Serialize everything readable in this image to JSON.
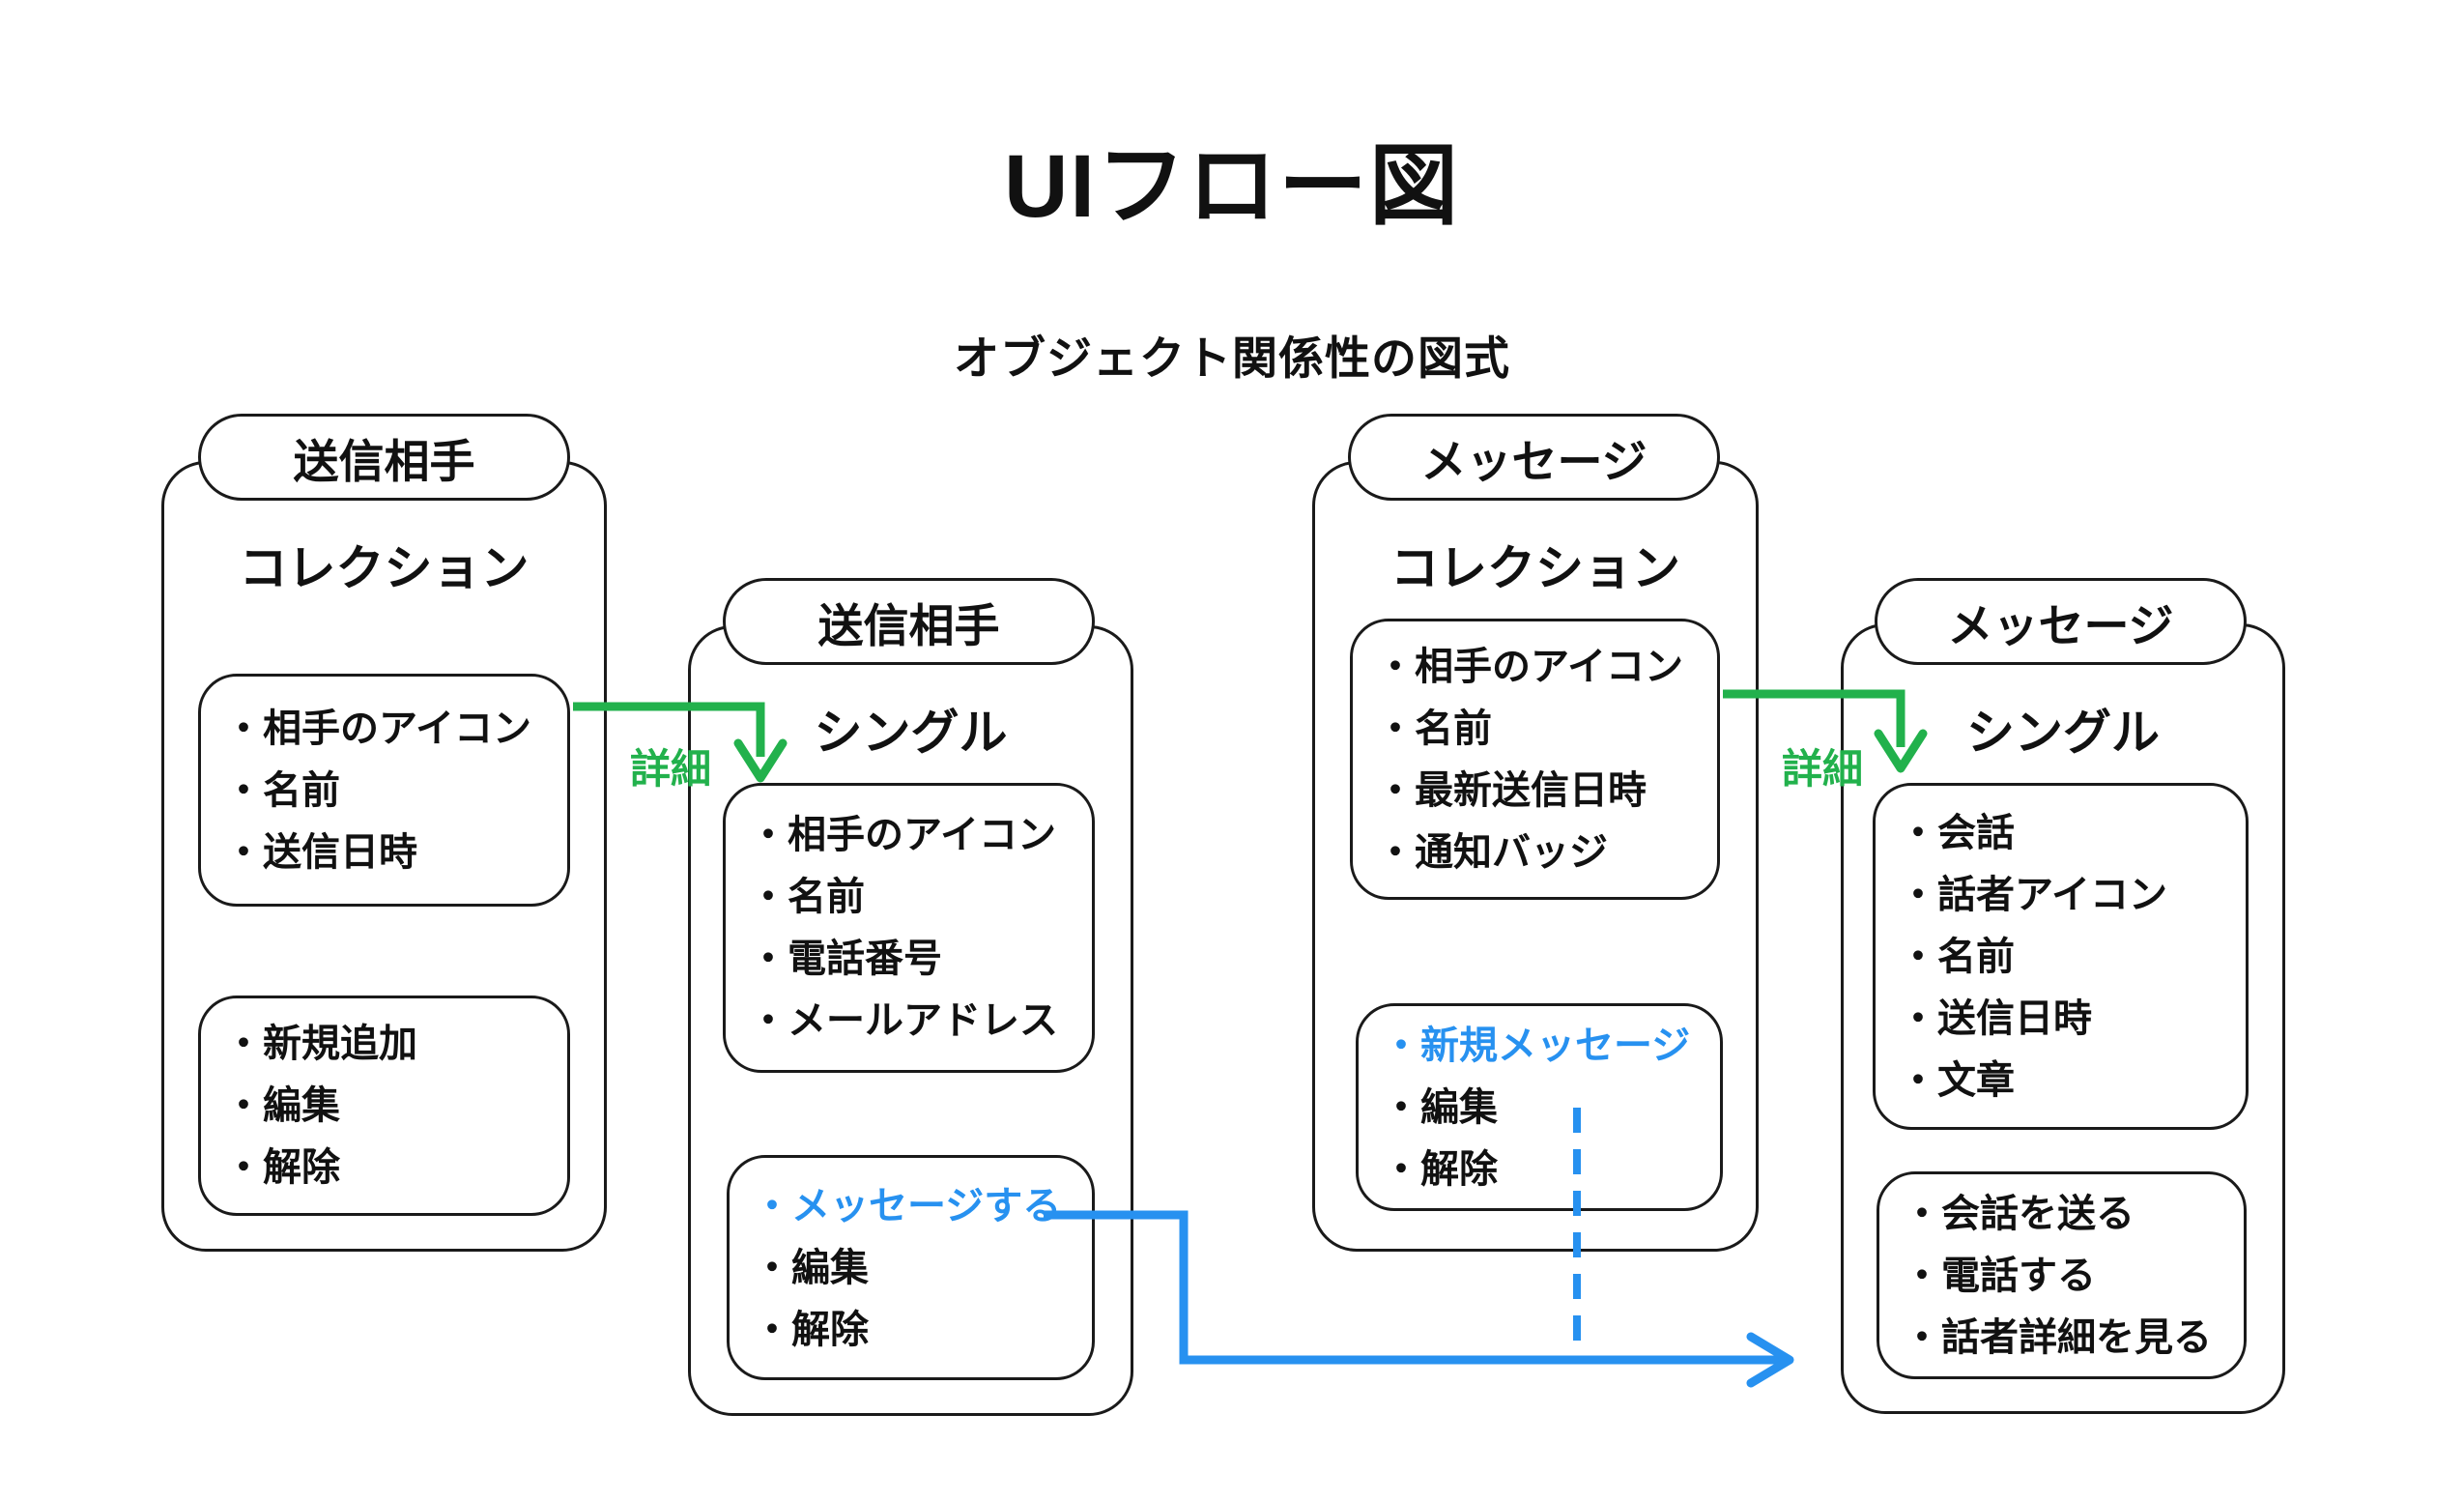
{
  "title": "UIフロー図",
  "subtitle": "オブジェクト関係性の図式",
  "colors": {
    "green": "#22b14c",
    "blue": "#2791f0",
    "ink": "#111111",
    "line": "#1a1a1a"
  },
  "groups": [
    {
      "entity": "送信相手",
      "variant": "コレクション",
      "field_box": {
        "items": [
          "・相手のアイコン",
          "・名前",
          "・送信日時"
        ]
      },
      "action_box": {
        "items": [
          "・新規追加",
          "・編集",
          "・解除"
        ]
      }
    },
    {
      "entity": "送信相手",
      "variant": "シングル",
      "field_box": {
        "items": [
          "・相手のアイコン",
          "・名前",
          "・電話番号",
          "・メールアドレス"
        ]
      },
      "action_box": {
        "items": [
          "・メッセージする",
          "・編集",
          "・解除"
        ]
      }
    },
    {
      "entity": "メッセージ",
      "variant": "コレクション",
      "field_box": {
        "items": [
          "・相手のアイコン",
          "・名前",
          "・最新送信日時",
          "・通知バッジ"
        ]
      },
      "action_box": {
        "items": [
          "・新規メッセージ",
          "・編集",
          "・解除"
        ]
      }
    },
    {
      "entity": "メッセージ",
      "variant": "シングル",
      "field_box": {
        "items": [
          "・会話",
          "・話者アイコン",
          "・名前",
          "・送信日時",
          "・文章"
        ]
      },
      "action_box": {
        "items": [
          "・会話を送る",
          "・電話する",
          "・話者詳細を見る"
        ]
      }
    }
  ],
  "connectors": {
    "detail_left": "詳細",
    "detail_right": "詳細"
  }
}
